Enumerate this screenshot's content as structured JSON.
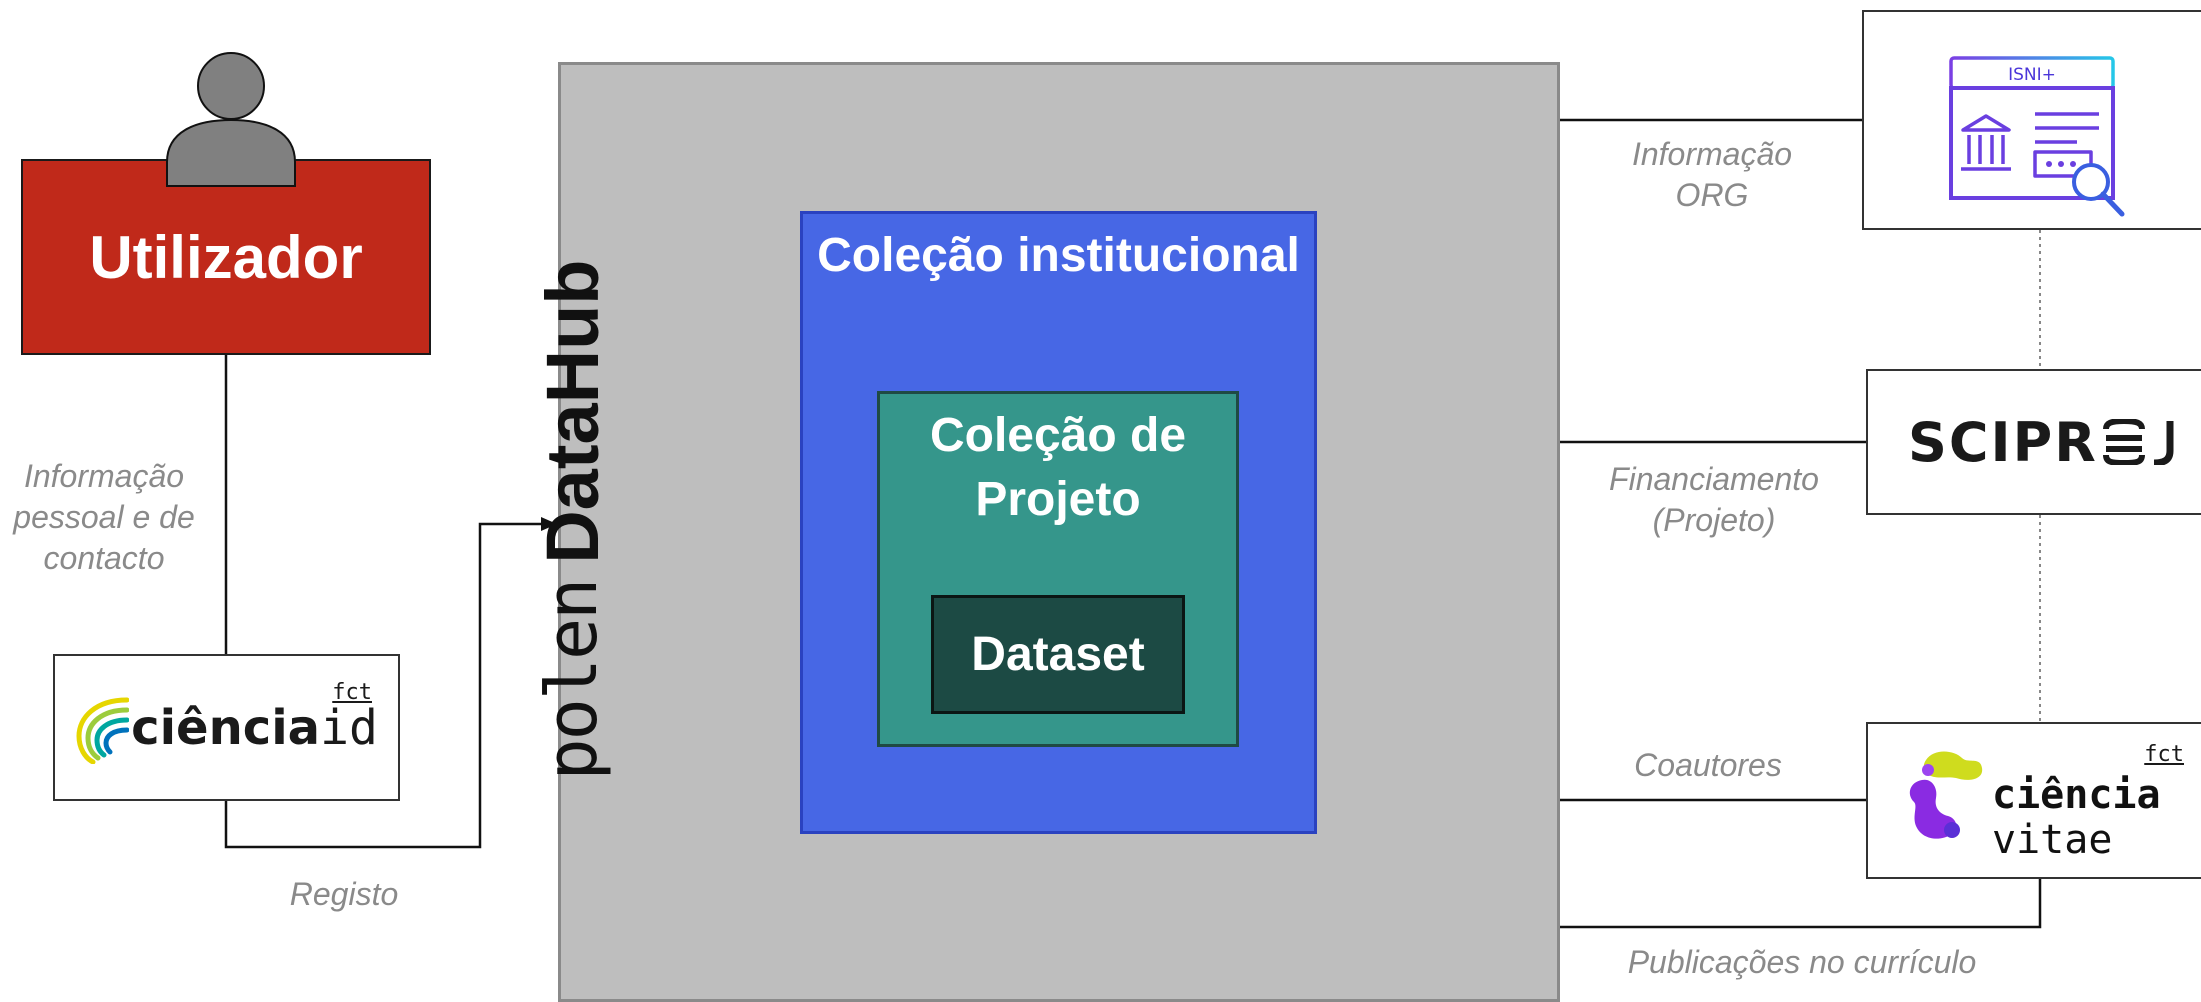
{
  "nodes": {
    "user": "Utilizador",
    "platform_prefix": "polen",
    "platform_name": "DataHub",
    "institutional_collection": "Coleção institucional",
    "project_collection": "Coleção de Projeto",
    "dataset": "Dataset"
  },
  "logos": {
    "cienciaid": {
      "bold": "ciência",
      "thin": "id",
      "badge": "fct"
    },
    "isni": {
      "badge": "ISNI+"
    },
    "sciproj": {
      "text": "SCIPR"
    },
    "cienciavitae": {
      "line1": "ciência",
      "line2": "vitae",
      "badge": "fct"
    }
  },
  "edges": {
    "personal_info": "Informação pessoal e de contacto",
    "registration": "Registo",
    "org_info": "Informação ORG",
    "funding": "Financiamento (Projeto)",
    "coauthors": "Coautores",
    "publications": "Publicações no currículo"
  },
  "colors": {
    "user": "#c0291a",
    "platform": "#bebebe",
    "institutional": "#4767e5",
    "project": "#35968b",
    "dataset": "#1c4a44",
    "edge_label": "#8a8a8a"
  }
}
